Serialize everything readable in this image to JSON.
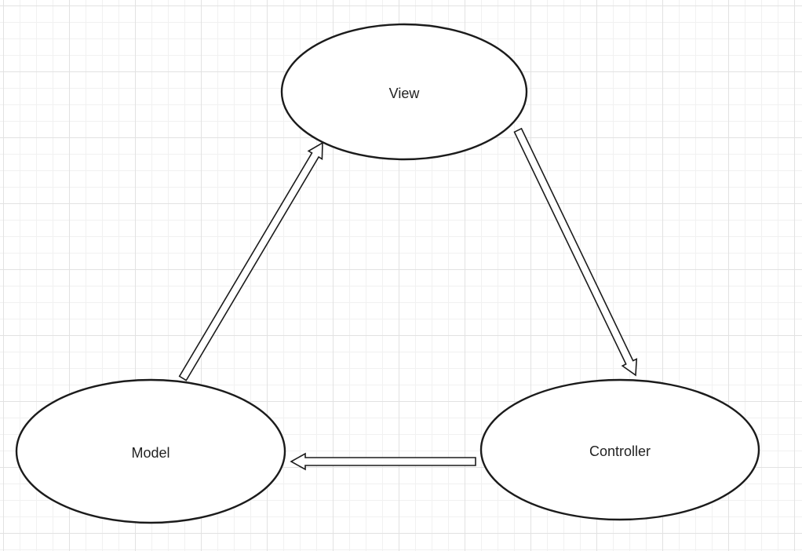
{
  "diagram": {
    "nodes": {
      "view": {
        "label": "View"
      },
      "model": {
        "label": "Model"
      },
      "controller": {
        "label": "Controller"
      }
    },
    "edges": [
      {
        "from": "model",
        "to": "view"
      },
      {
        "from": "view",
        "to": "controller"
      },
      {
        "from": "controller",
        "to": "model"
      }
    ]
  }
}
